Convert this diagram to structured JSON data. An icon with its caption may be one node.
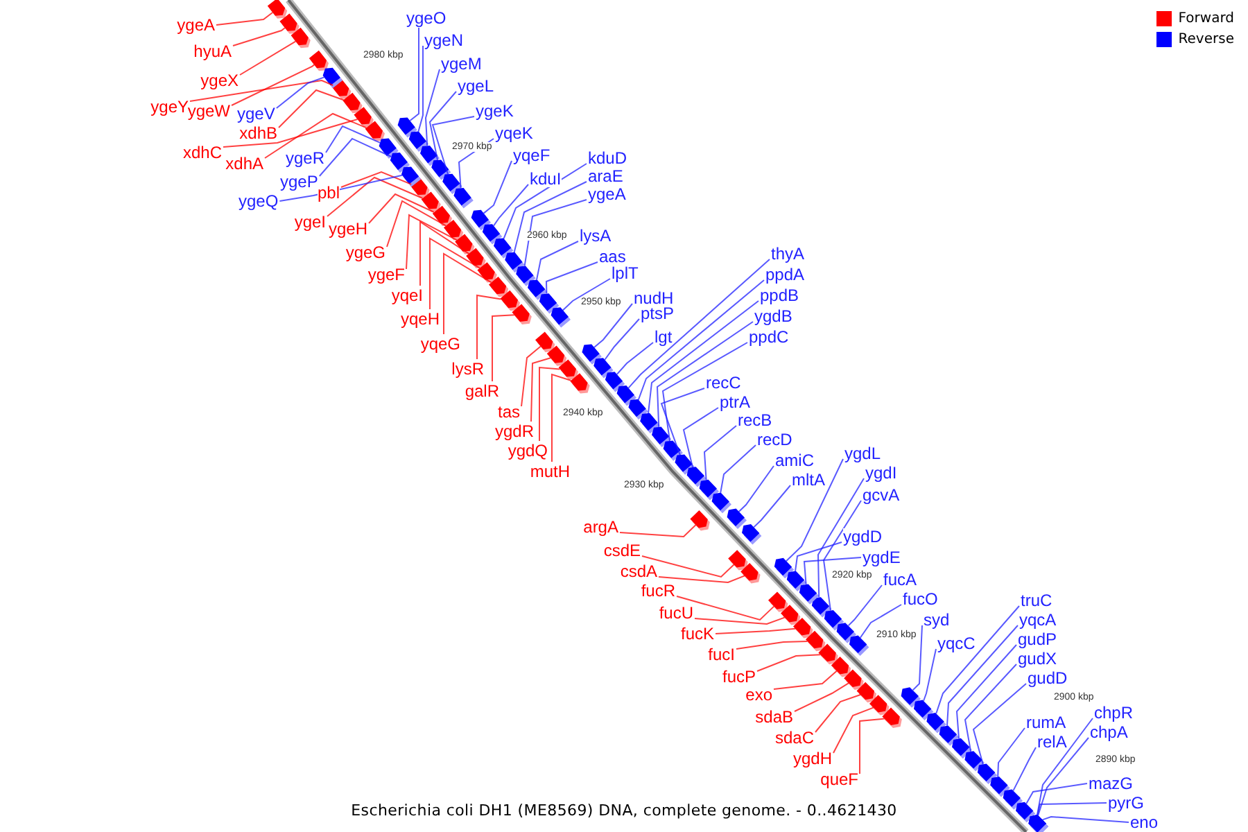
{
  "diagram": {
    "caption": "Escherichia coli DH1 (ME8569) DNA, complete genome. - 0..4621430",
    "nodes": [
      {
        "text": [
          "ygeA"
        ]
      },
      {
        "text": [
          "hyuA"
        ]
      },
      {
        "text": [
          "ygeX"
        ]
      },
      {
        "text": [
          "ygeY"
        ]
      },
      {
        "text": [
          "ygeW"
        ]
      },
      {
        "text": [
          "xdhB"
        ]
      },
      {
        "text": [
          "xdhC"
        ]
      },
      {
        "text": [
          "xdhA"
        ]
      },
      {
        "text": [
          "pbl"
        ]
      },
      {
        "text": [
          "ygeI"
        ]
      },
      {
        "text": [
          "ygeH"
        ]
      },
      {
        "text": [
          "ygeG"
        ]
      },
      {
        "text": [
          "ygeF"
        ]
      },
      {
        "text": [
          "yqeI"
        ]
      },
      {
        "text": [
          "yqeH"
        ]
      },
      {
        "text": [
          "yqeG"
        ]
      },
      {
        "text": [
          "lysR"
        ]
      },
      {
        "text": [
          "galR"
        ]
      },
      {
        "text": [
          "tas"
        ]
      },
      {
        "text": [
          "ygdR"
        ]
      },
      {
        "text": [
          "ygdQ"
        ]
      },
      {
        "text": [
          "mutH"
        ]
      },
      {
        "text": [
          "argA"
        ]
      },
      {
        "text": [
          "csdE"
        ]
      },
      {
        "text": [
          "csdA"
        ]
      },
      {
        "text": [
          "fucR"
        ]
      },
      {
        "text": [
          "fucU"
        ]
      },
      {
        "text": [
          "fucK"
        ]
      },
      {
        "text": [
          "fucI"
        ]
      },
      {
        "text": [
          "fucP"
        ]
      },
      {
        "text": [
          "exo"
        ]
      },
      {
        "text": [
          "sdaB"
        ]
      },
      {
        "text": [
          "sdaC"
        ]
      },
      {
        "text": [
          "ygdH"
        ]
      },
      {
        "text": [
          "queF"
        ]
      },
      {
        "text": [
          "ygeV"
        ]
      },
      {
        "text": [
          "ygeR"
        ]
      },
      {
        "text": [
          "ygeP"
        ]
      },
      {
        "text": [
          "ygeQ"
        ]
      },
      {
        "text": [
          "ygeO"
        ]
      },
      {
        "text": [
          "ygeN"
        ]
      },
      {
        "text": [
          "ygeM"
        ]
      },
      {
        "text": [
          "ygeL"
        ]
      },
      {
        "text": [
          "ygeK"
        ]
      },
      {
        "text": [
          "yqeK"
        ]
      },
      {
        "text": [
          "yqeF"
        ]
      },
      {
        "text": [
          "kduI"
        ]
      },
      {
        "text": [
          "kduD"
        ]
      },
      {
        "text": [
          "araE"
        ]
      },
      {
        "text": [
          "ygeA"
        ]
      },
      {
        "text": [
          "lysA"
        ]
      },
      {
        "text": [
          "aas"
        ]
      },
      {
        "text": [
          "lplT"
        ]
      },
      {
        "text": [
          "nudH"
        ]
      },
      {
        "text": [
          "ptsP"
        ]
      },
      {
        "text": [
          "lgt"
        ]
      },
      {
        "text": [
          "thyA"
        ]
      },
      {
        "text": [
          "ppdA"
        ]
      },
      {
        "text": [
          "ppdB"
        ]
      },
      {
        "text": [
          "ygdB"
        ]
      },
      {
        "text": [
          "ppdC"
        ]
      },
      {
        "text": [
          "recC"
        ]
      },
      {
        "text": [
          "ptrA"
        ]
      },
      {
        "text": [
          "recB"
        ]
      },
      {
        "text": [
          "recD"
        ]
      },
      {
        "text": [
          "amiC"
        ]
      },
      {
        "text": [
          "mltA"
        ]
      },
      {
        "text": [
          "ygdL"
        ]
      },
      {
        "text": [
          "ygdI"
        ]
      },
      {
        "text": [
          "gcvA"
        ]
      },
      {
        "text": [
          "ygdD"
        ]
      },
      {
        "text": [
          "ygdE"
        ]
      },
      {
        "text": [
          "fucA"
        ]
      },
      {
        "text": [
          "fucO"
        ]
      },
      {
        "text": [
          "syd"
        ]
      },
      {
        "text": [
          "yqcC"
        ]
      },
      {
        "text": [
          "truC"
        ]
      },
      {
        "text": [
          "yqcA"
        ]
      },
      {
        "text": [
          "gudP"
        ]
      },
      {
        "text": [
          "gudX"
        ]
      },
      {
        "text": [
          "gudD"
        ]
      },
      {
        "text": [
          "rumA"
        ]
      },
      {
        "text": [
          "relA"
        ]
      },
      {
        "text": [
          "chpR"
        ]
      },
      {
        "text": [
          "chpA"
        ]
      },
      {
        "text": [
          "mazG"
        ]
      },
      {
        "text": [
          "pyrG"
        ]
      },
      {
        "text": [
          "eno"
        ]
      },
      {
        "text": [],
        "shape": "box"
      },
      {
        "text": [],
        "shape": "box"
      },
      {
        "text": [],
        "shape": "box"
      },
      {
        "text": [],
        "shape": "box"
      },
      {
        "text": [],
        "shape": "box"
      },
      {
        "text": [],
        "shape": "box"
      },
      {
        "text": [],
        "shape": "box"
      },
      {
        "text": [],
        "shape": "box"
      },
      {
        "text": [],
        "shape": "box"
      },
      {
        "text": [],
        "shape": "box"
      },
      {
        "text": [],
        "shape": "box"
      },
      {
        "text": [],
        "shape": "box"
      },
      {
        "text": [],
        "shape": "box"
      },
      {
        "text": [],
        "shape": "box"
      },
      {
        "text": [],
        "shape": "box"
      },
      {
        "text": [],
        "shape": "box"
      },
      {
        "text": [],
        "shape": "box"
      },
      {
        "text": [],
        "shape": "box"
      },
      {
        "text": [],
        "shape": "box"
      },
      {
        "text": [],
        "shape": "box"
      },
      {
        "text": [],
        "shape": "box"
      },
      {
        "text": [],
        "shape": "box"
      },
      {
        "text": [],
        "shape": "box"
      },
      {
        "text": [],
        "shape": "box"
      },
      {
        "text": [],
        "shape": "box"
      },
      {
        "text": [],
        "shape": "box"
      },
      {
        "text": [],
        "shape": "box"
      },
      {
        "text": [],
        "shape": "box"
      },
      {
        "text": [],
        "shape": "box"
      },
      {
        "text": [],
        "shape": "box"
      },
      {
        "text": [],
        "shape": "box"
      },
      {
        "text": [],
        "shape": "box"
      },
      {
        "text": [],
        "shape": "box"
      },
      {
        "text": [],
        "shape": "box"
      },
      {
        "text": [],
        "shape": "box"
      },
      {
        "text": [],
        "shape": "box"
      },
      {
        "text": [],
        "shape": "box"
      },
      {
        "text": [],
        "shape": "box"
      },
      {
        "text": [],
        "shape": "box"
      },
      {
        "text": [],
        "shape": "box"
      },
      {
        "text": [],
        "shape": "box"
      },
      {
        "text": [],
        "shape": "box"
      },
      {
        "text": [],
        "shape": "box"
      },
      {
        "text": [],
        "shape": "box"
      },
      {
        "text": [],
        "shape": "box"
      },
      {
        "text": [],
        "shape": "box"
      },
      {
        "text": [],
        "shape": "box"
      },
      {
        "text": [],
        "shape": "box"
      },
      {
        "text": [],
        "shape": "box"
      },
      {
        "text": [],
        "shape": "box"
      },
      {
        "text": [],
        "shape": "box"
      },
      {
        "text": [],
        "shape": "box"
      },
      {
        "text": [],
        "shape": "box"
      },
      {
        "text": [],
        "shape": "box"
      },
      {
        "text": [],
        "shape": "box"
      },
      {
        "text": [],
        "shape": "box"
      },
      {
        "text": [],
        "shape": "box"
      },
      {
        "text": [],
        "shape": "box"
      },
      {
        "text": [],
        "shape": "box"
      },
      {
        "text": [],
        "shape": "box"
      },
      {
        "text": [],
        "shape": "box"
      },
      {
        "text": [],
        "shape": "box"
      },
      {
        "text": [],
        "shape": "box"
      },
      {
        "text": [],
        "shape": "box"
      },
      {
        "text": [],
        "shape": "box"
      },
      {
        "text": [],
        "shape": "box"
      },
      {
        "text": [],
        "shape": "box"
      },
      {
        "text": [],
        "shape": "box"
      },
      {
        "text": [],
        "shape": "box"
      },
      {
        "text": [],
        "shape": "box"
      },
      {
        "text": [],
        "shape": "box"
      },
      {
        "text": [],
        "shape": "box"
      },
      {
        "text": [],
        "shape": "box"
      },
      {
        "text": [],
        "shape": "box"
      },
      {
        "text": [],
        "shape": "box"
      },
      {
        "text": [],
        "shape": "box"
      },
      {
        "text": [],
        "shape": "box"
      },
      {
        "text": [],
        "shape": "box"
      },
      {
        "text": [],
        "shape": "box"
      },
      {
        "text": [],
        "shape": "box"
      },
      {
        "text": [],
        "shape": "box"
      },
      {
        "text": [],
        "shape": "box"
      },
      {
        "text": [],
        "shape": "box"
      },
      {
        "text": [],
        "shape": "box"
      },
      {
        "text": [],
        "shape": "box"
      },
      {
        "text": [],
        "shape": "box"
      },
      {
        "text": [],
        "shape": "box"
      },
      {
        "text": [],
        "shape": "box"
      }
    ],
    "edges": [
      {
        "from": 0,
        "to": 88,
        "arrow": "none",
        "color": "#ff0000"
      },
      {
        "from": 1,
        "to": 89,
        "arrow": "none",
        "color": "#ff0000"
      },
      {
        "from": 2,
        "to": 90,
        "arrow": "none",
        "color": "#ff0000"
      },
      {
        "from": 3,
        "to": 91,
        "arrow": "none",
        "color": "#ff0000"
      },
      {
        "from": 4,
        "to": 92,
        "arrow": "none",
        "color": "#ff0000"
      },
      {
        "from": 5,
        "to": 93,
        "arrow": "none",
        "color": "#ff0000"
      },
      {
        "from": 6,
        "to": 94,
        "arrow": "none",
        "color": "#ff0000"
      },
      {
        "from": 7,
        "to": 95,
        "arrow": "none",
        "color": "#ff0000"
      },
      {
        "from": 8,
        "to": 96,
        "arrow": "none",
        "color": "#ff0000"
      },
      {
        "from": 9,
        "to": 97,
        "arrow": "none",
        "color": "#ff0000"
      },
      {
        "from": 10,
        "to": 98,
        "arrow": "none",
        "color": "#ff0000"
      },
      {
        "from": 11,
        "to": 99,
        "arrow": "none",
        "color": "#ff0000"
      },
      {
        "from": 12,
        "to": 100,
        "arrow": "none",
        "color": "#ff0000"
      },
      {
        "from": 13,
        "to": 101,
        "arrow": "none",
        "color": "#ff0000"
      },
      {
        "from": 14,
        "to": 102,
        "arrow": "none",
        "color": "#ff0000"
      },
      {
        "from": 15,
        "to": 103,
        "arrow": "none",
        "color": "#ff0000"
      },
      {
        "from": 16,
        "to": 104,
        "arrow": "none",
        "color": "#ff0000"
      },
      {
        "from": 17,
        "to": 105,
        "arrow": "none",
        "color": "#ff0000"
      },
      {
        "from": 18,
        "to": 106,
        "arrow": "none",
        "color": "#ff0000"
      },
      {
        "from": 19,
        "to": 107,
        "arrow": "none",
        "color": "#ff0000"
      },
      {
        "from": 20,
        "to": 108,
        "arrow": "none",
        "color": "#ff0000"
      },
      {
        "from": 21,
        "to": 109,
        "arrow": "none",
        "color": "#ff0000"
      },
      {
        "from": 22,
        "to": 110,
        "arrow": "none",
        "color": "#ff0000"
      },
      {
        "from": 23,
        "to": 111,
        "arrow": "none",
        "color": "#ff0000"
      },
      {
        "from": 24,
        "to": 112,
        "arrow": "none",
        "color": "#ff0000"
      },
      {
        "from": 25,
        "to": 113,
        "arrow": "none",
        "color": "#ff0000"
      },
      {
        "from": 26,
        "to": 114,
        "arrow": "none",
        "color": "#ff0000"
      },
      {
        "from": 27,
        "to": 115,
        "arrow": "none",
        "color": "#ff0000"
      },
      {
        "from": 28,
        "to": 116,
        "arrow": "none",
        "color": "#ff0000"
      },
      {
        "from": 29,
        "to": 117,
        "arrow": "none",
        "color": "#ff0000"
      },
      {
        "from": 30,
        "to": 118,
        "arrow": "none",
        "color": "#ff0000"
      },
      {
        "from": 31,
        "to": 119,
        "arrow": "none",
        "color": "#ff0000"
      },
      {
        "from": 32,
        "to": 120,
        "arrow": "none",
        "color": "#ff0000"
      },
      {
        "from": 33,
        "to": 121,
        "arrow": "none",
        "color": "#ff0000"
      },
      {
        "from": 34,
        "to": 122,
        "arrow": "none",
        "color": "#ff0000"
      },
      {
        "from": 35,
        "to": 123,
        "arrow": "none"
      },
      {
        "from": 36,
        "to": 124,
        "arrow": "none"
      },
      {
        "from": 37,
        "to": 125,
        "arrow": "none"
      },
      {
        "from": 38,
        "to": 126,
        "arrow": "none"
      },
      {
        "from": 39,
        "to": 127,
        "arrow": "none"
      },
      {
        "from": 40,
        "to": 128,
        "arrow": "none"
      },
      {
        "from": 41,
        "to": 129,
        "arrow": "none"
      },
      {
        "from": 42,
        "to": 130,
        "arrow": "none"
      },
      {
        "from": 43,
        "to": 131,
        "arrow": "none"
      },
      {
        "from": 44,
        "to": 132,
        "arrow": "none"
      },
      {
        "from": 45,
        "to": 133,
        "arrow": "none"
      },
      {
        "from": 46,
        "to": 134,
        "arrow": "none"
      },
      {
        "from": 47,
        "to": 135,
        "arrow": "none"
      },
      {
        "from": 48,
        "to": 136,
        "arrow": "none"
      },
      {
        "from": 49,
        "to": 137,
        "arrow": "none"
      },
      {
        "from": 50,
        "to": 138,
        "arrow": "none"
      },
      {
        "from": 51,
        "to": 139,
        "arrow": "none"
      },
      {
        "from": 52,
        "to": 140,
        "arrow": "none"
      },
      {
        "from": 53,
        "to": 141,
        "arrow": "none"
      },
      {
        "from": 54,
        "to": 142,
        "arrow": "none"
      },
      {
        "from": 55,
        "to": 143,
        "arrow": "none"
      },
      {
        "from": 56,
        "to": 144,
        "arrow": "none"
      },
      {
        "from": 57,
        "to": 145,
        "arrow": "none"
      },
      {
        "from": 58,
        "to": 146,
        "arrow": "none"
      },
      {
        "from": 59,
        "to": 147,
        "arrow": "none"
      },
      {
        "from": 60,
        "to": 148,
        "arrow": "none"
      },
      {
        "from": 61,
        "to": 149,
        "arrow": "none"
      },
      {
        "from": 62,
        "to": 150,
        "arrow": "none"
      },
      {
        "from": 63,
        "to": 151,
        "arrow": "none"
      },
      {
        "from": 64,
        "to": 152,
        "arrow": "none"
      },
      {
        "from": 65,
        "to": 153,
        "arrow": "none"
      },
      {
        "from": 66,
        "to": 154,
        "arrow": "none"
      },
      {
        "from": 67,
        "to": 155,
        "arrow": "none"
      },
      {
        "from": 68,
        "to": 156,
        "arrow": "none"
      },
      {
        "from": 69,
        "to": 157,
        "arrow": "none"
      },
      {
        "from": 70,
        "to": 158,
        "arrow": "none"
      },
      {
        "from": 71,
        "to": 159,
        "arrow": "none"
      },
      {
        "from": 72,
        "to": 160,
        "arrow": "none"
      },
      {
        "from": 73,
        "to": 161,
        "arrow": "none"
      },
      {
        "from": 74,
        "to": 162,
        "arrow": "none"
      },
      {
        "from": 75,
        "to": 163,
        "arrow": "none"
      },
      {
        "from": 76,
        "to": 164,
        "arrow": "none"
      },
      {
        "from": 77,
        "to": 165,
        "arrow": "none"
      },
      {
        "from": 78,
        "to": 166,
        "arrow": "none"
      },
      {
        "from": 79,
        "to": 167,
        "arrow": "none"
      },
      {
        "from": 80,
        "to": 168,
        "arrow": "none"
      },
      {
        "from": 81,
        "to": 169,
        "arrow": "none"
      },
      {
        "from": 82,
        "to": 170,
        "arrow": "none"
      },
      {
        "from": 83,
        "to": 171,
        "arrow": "none"
      },
      {
        "from": 84,
        "to": 172,
        "arrow": "none"
      },
      {
        "from": 85,
        "to": 173,
        "arrow": "none"
      },
      {
        "from": 86,
        "to": 174,
        "arrow": "none"
      },
      {
        "from": 87,
        "to": 175,
        "arrow": "none"
      }
    ],
    "labels": [
      "2980 kbp",
      "2970 kbp",
      "2960 kbp",
      "2950 kbp",
      "2940 kbp",
      "2930 kbp",
      "2920 kbp",
      "2910 kbp",
      "2900 kbp",
      "2890 kbp"
    ],
    "legend": [
      {
        "text": "Forward",
        "color": "#ff0000"
      },
      {
        "text": "Reverse",
        "color": "#0000ff"
      }
    ]
  }
}
